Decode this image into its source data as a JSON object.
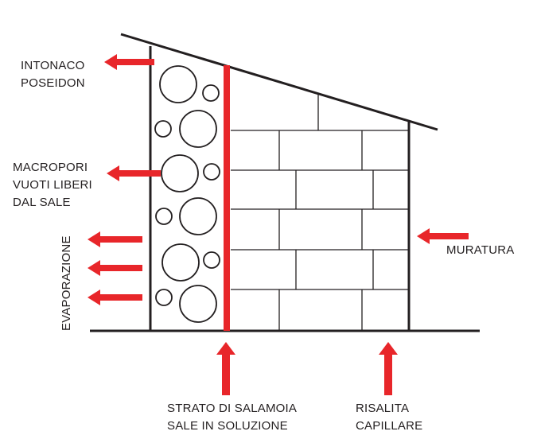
{
  "labels": {
    "plaster": [
      "INTONACO",
      "POSEIDON"
    ],
    "macropores": [
      "MACROPORI",
      "VUOTI LIBERI",
      "DAL SALE"
    ],
    "evaporation": "EVAPORAZIONE",
    "masonry": "MURATURA",
    "brine_layer": [
      "STRATO DI SALAMOIA",
      "SALE IN SOLUZIONE"
    ],
    "capillary_rise": [
      "RISALITA",
      "CAPILLARE"
    ]
  },
  "colors": {
    "arrow": "#e8262a",
    "line": "#231f20",
    "background": "#ffffff"
  }
}
